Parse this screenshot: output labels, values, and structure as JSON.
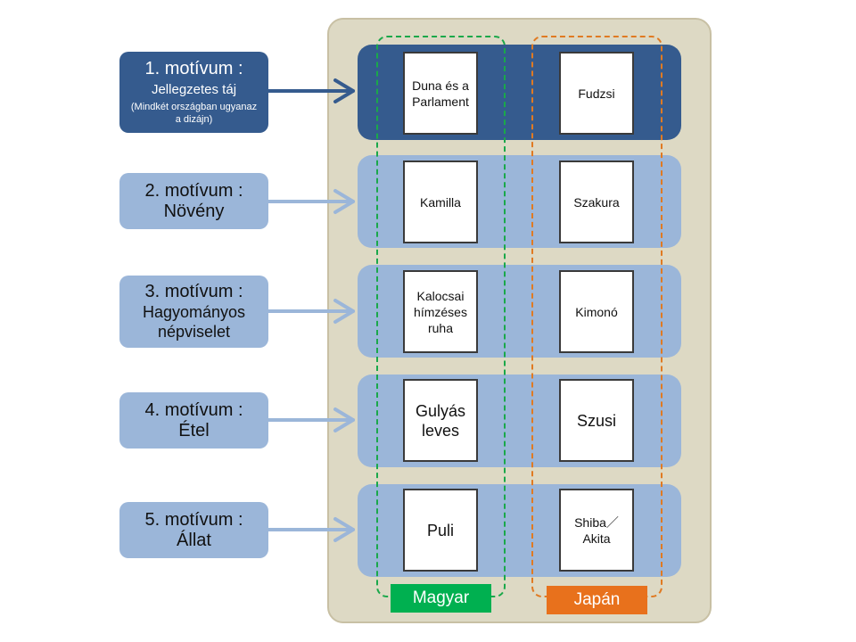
{
  "colors": {
    "panel_bg": "#ddd9c4",
    "dark_blue": "#355b8e",
    "light_blue": "#9bb6d9",
    "green": "#00b050",
    "orange": "#e8711c"
  },
  "motifs": [
    {
      "title": "1. motívum :",
      "subtitle": "Jellegzetes táj",
      "note": "(Mindkét országban ugyanaz\na dizájn)"
    },
    {
      "title": "2. motívum :",
      "subtitle": "Növény"
    },
    {
      "title": "3. motívum :",
      "subtitle": "Hagyományos\nnépviselet"
    },
    {
      "title": "4. motívum :",
      "subtitle": "Étel"
    },
    {
      "title": "5. motívum :",
      "subtitle": "Állat"
    }
  ],
  "hungary": [
    "Duna és a\nParlament",
    "Kamilla",
    "Kalocsai\nhímzéses\nruha",
    "Gulyás\nleves",
    "Puli"
  ],
  "japan": [
    "Fudzsi",
    "Szakura",
    "Kimonó",
    "Szusi",
    "Shiba／\nAkita"
  ],
  "columns": {
    "hungary": "Magyar",
    "japan": "Japán"
  }
}
